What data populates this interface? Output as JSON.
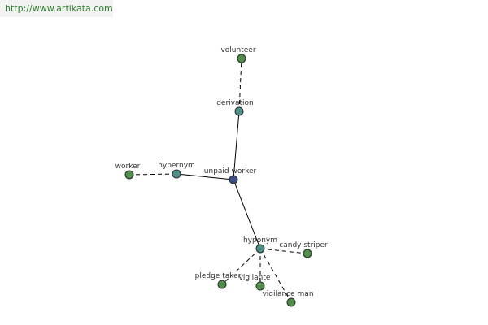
{
  "banner": {
    "url_text": "http://www.artikata.com"
  },
  "colors": {
    "center_node": "#3b4f8c",
    "relation_node": "#4f8f8a",
    "term_node": "#4f8f4a"
  },
  "graph": {
    "nodes": [
      {
        "id": "unpaid-worker",
        "label": "unpaid worker",
        "kind": "center"
      },
      {
        "id": "derivation",
        "label": "derivation",
        "kind": "relation"
      },
      {
        "id": "volunteer",
        "label": "volunteer",
        "kind": "term"
      },
      {
        "id": "hypernym",
        "label": "hypernym",
        "kind": "relation"
      },
      {
        "id": "worker",
        "label": "worker",
        "kind": "term"
      },
      {
        "id": "hyponym",
        "label": "hyponym",
        "kind": "relation"
      },
      {
        "id": "candy-striper",
        "label": "candy striper",
        "kind": "term"
      },
      {
        "id": "pledge-taker",
        "label": "pledge taker",
        "kind": "term"
      },
      {
        "id": "vigilante",
        "label": "vigilante",
        "kind": "term"
      },
      {
        "id": "vigilance-man",
        "label": "vigilance man",
        "kind": "term"
      }
    ],
    "edges": [
      {
        "from": "unpaid-worker",
        "to": "derivation",
        "style": "solid"
      },
      {
        "from": "unpaid-worker",
        "to": "hypernym",
        "style": "solid"
      },
      {
        "from": "unpaid-worker",
        "to": "hyponym",
        "style": "solid"
      },
      {
        "from": "derivation",
        "to": "volunteer",
        "style": "dashed"
      },
      {
        "from": "hypernym",
        "to": "worker",
        "style": "dashed"
      },
      {
        "from": "hyponym",
        "to": "candy-striper",
        "style": "dashed"
      },
      {
        "from": "hyponym",
        "to": "pledge-taker",
        "style": "dashed"
      },
      {
        "from": "hyponym",
        "to": "vigilante",
        "style": "dashed"
      },
      {
        "from": "hyponym",
        "to": "vigilance-man",
        "style": "dashed"
      }
    ]
  }
}
